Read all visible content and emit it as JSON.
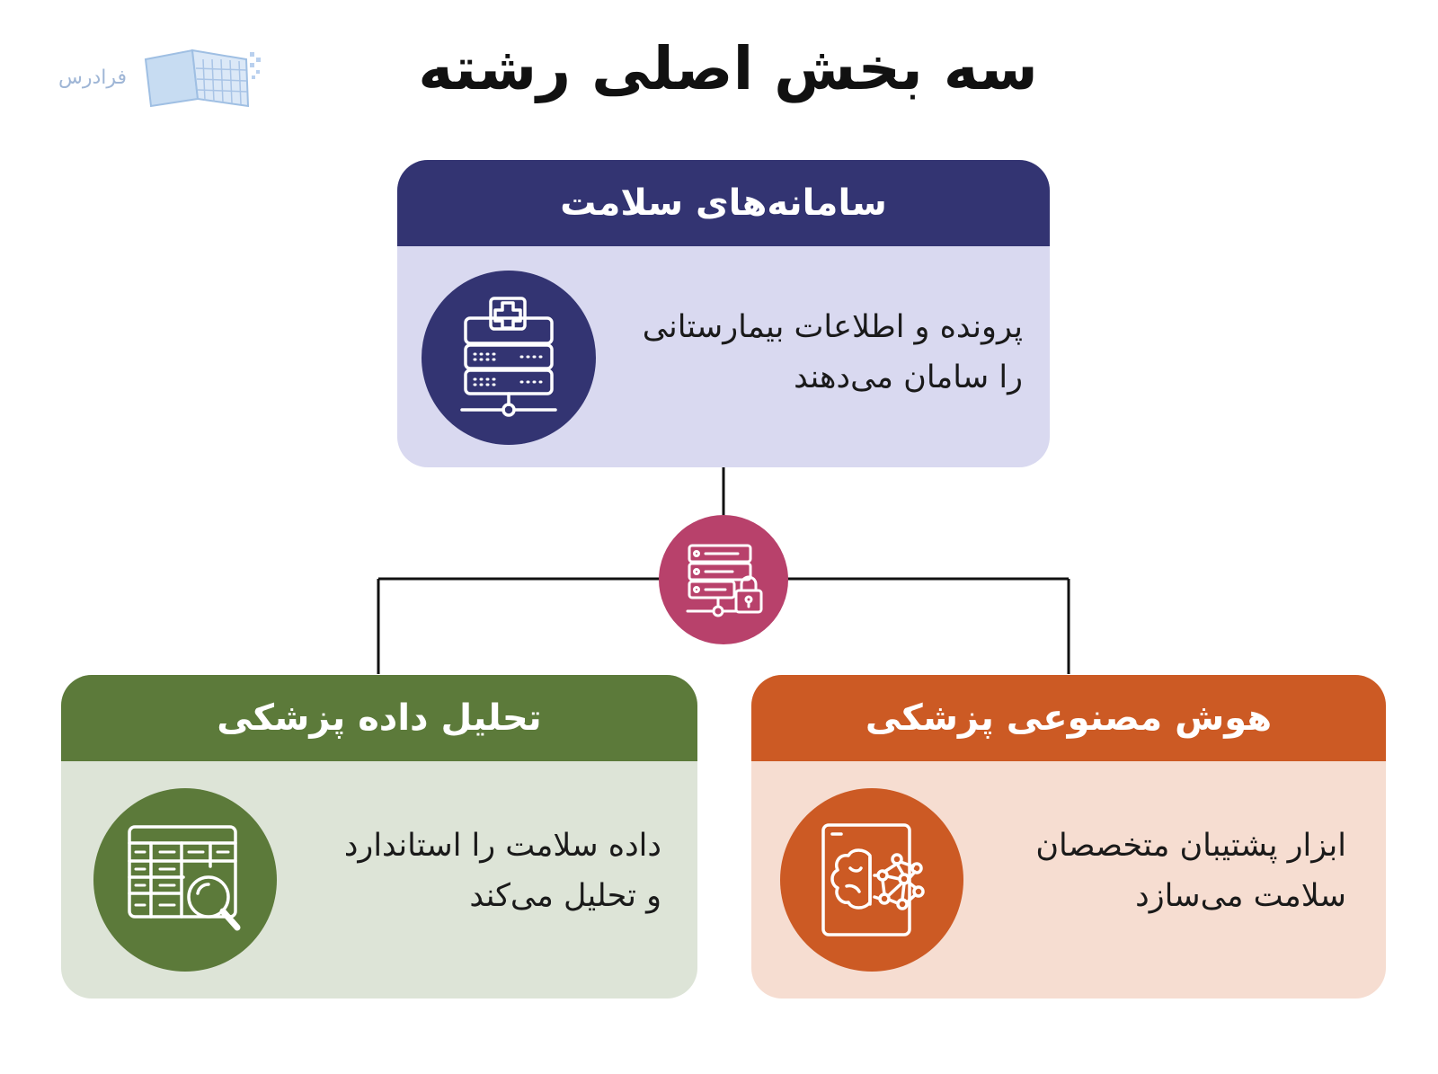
{
  "title": "سه بخش اصلی رشته",
  "logo": {
    "text": "فرادرس"
  },
  "colors": {
    "health_header": "#333472",
    "health_body": "#d9d9f0",
    "analysis_header": "#5c7a3a",
    "analysis_body": "#dde4d7",
    "ai_header": "#cc5a24",
    "ai_body": "#f6ddd1",
    "hub": "#b8416b",
    "line": "#111111",
    "logo": "#9fb6d6"
  },
  "hub": {
    "icon": "server-lock-icon"
  },
  "cards": {
    "health_systems": {
      "header": "سامانه‌های سلامت",
      "line1": "پرونده و اطلاعات بیمارستانی",
      "line2": "را سامان می‌دهند",
      "icon": "medical-server-icon"
    },
    "medical_data_analysis": {
      "header": "تحلیل داده پزشکی",
      "line1": "داده سلامت را استاندارد",
      "line2": "و تحلیل می‌کند",
      "icon": "spreadsheet-search-icon"
    },
    "medical_ai": {
      "header": "هوش مصنوعی پزشکی",
      "line1": "ابزار پشتیبان متخصصان",
      "line2": "سلامت می‌سازد",
      "icon": "ai-brain-tablet-icon"
    }
  }
}
